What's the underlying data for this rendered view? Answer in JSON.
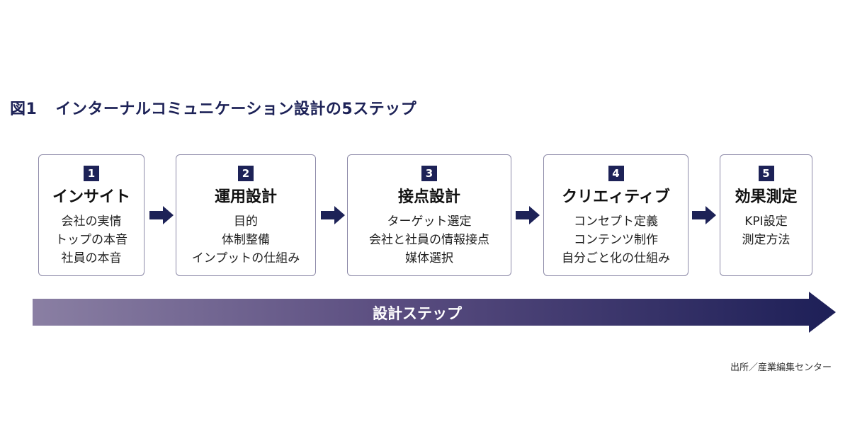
{
  "figure": {
    "number": "図1",
    "title": "インターナルコミュニケーション設計の5ステップ"
  },
  "steps": [
    {
      "number": "1",
      "title": "インサイト",
      "items": [
        "会社の実情",
        "トップの本音",
        "社員の本音"
      ]
    },
    {
      "number": "2",
      "title": "運用設計",
      "items": [
        "目的",
        "体制整備",
        "インプットの仕組み"
      ]
    },
    {
      "number": "3",
      "title": "接点設計",
      "items": [
        "ターゲット選定",
        "会社と社員の情報接点",
        "媒体選択"
      ]
    },
    {
      "number": "4",
      "title": "クリエィティブ",
      "items": [
        "コンセプト定義",
        "コンテンツ制作",
        "自分ごと化の仕組み"
      ]
    },
    {
      "number": "5",
      "title": "効果測定",
      "items": [
        "KPI設定",
        "測定方法"
      ]
    }
  ],
  "progress_arrow": {
    "label": "設計ステップ"
  },
  "source": "出所／産業編集センター",
  "colors": {
    "navy": "#1d2257",
    "border": "#8d8aa8",
    "gradient_start": "#8a7fa3",
    "gradient_end": "#1d1f57"
  },
  "icons": [
    "right-arrow-icon",
    "right-arrow-icon",
    "right-arrow-icon",
    "right-arrow-icon"
  ]
}
